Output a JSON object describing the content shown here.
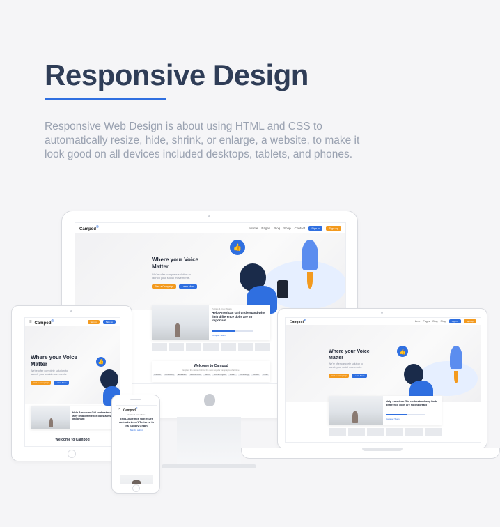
{
  "heading": {
    "title": "Responsive Design",
    "description": "Responsive Web Design is about using HTML and CSS to automatically resize, hide, shrink, or enlarge, a website, to make it look good on all devices included desktops, tablets, and phones."
  },
  "site": {
    "logo": "Campod",
    "logo_mark": "®",
    "nav_links": [
      "Home",
      "Pages",
      "Blog",
      "Shop",
      "Contact"
    ],
    "nav_buttons": [
      "Sign in",
      "Sign up"
    ],
    "hero_title": "Where your Voice Matter",
    "hero_subtitle": "We're offer complete solution to launch your social movements.",
    "hero_buttons": [
      "Start a Campaign",
      "Learn More"
    ],
    "post_category": "Politics & Civic Affairs",
    "post_title": "Help American Girl understand why limb difference dolls are so important",
    "post_meta": "Campod Team",
    "welcome_title": "Welcome to Campod",
    "welcome_subtitle": "Explore the stories behind the most popular campaigns of all time",
    "tags": [
      "Animals",
      "Community",
      "Education",
      "Environment",
      "Health",
      "Human Rights",
      "Politics",
      "Technology",
      "Women",
      "Youth"
    ],
    "phone_post_title": "Tell Lululemon to Ensure Animals Aren't Tortured in its Supply Chain",
    "phone_post_sub": "Sign the petition"
  },
  "colors": {
    "title": "#2f3d57",
    "accent_blue": "#2f6fe0",
    "accent_orange": "#f39a1e",
    "text_muted": "#9aa2b1"
  }
}
